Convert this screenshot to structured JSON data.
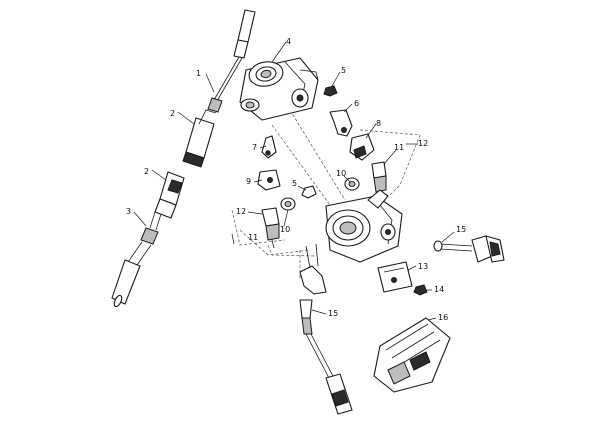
{
  "callouts": {
    "c1": "1",
    "c2a": "2",
    "c2b": "2",
    "c3": "3",
    "c4": "4",
    "c5a": "5",
    "c5b": "5",
    "c6": "6",
    "c7": "7",
    "c8": "8",
    "c9": "9",
    "c10a": "10",
    "c10b": "10",
    "c11a": "11",
    "c11b": "11",
    "c12a": "12",
    "c12b": "12",
    "c13": "13",
    "c14": "14",
    "c15a": "15",
    "c15b": "15",
    "c16": "16"
  }
}
